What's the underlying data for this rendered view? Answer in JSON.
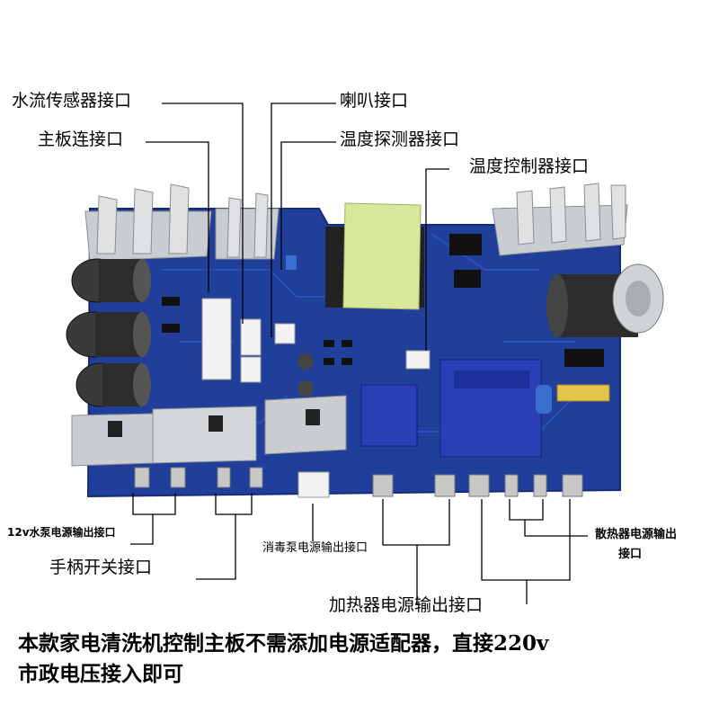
{
  "labels": {
    "water_flow_sensor": "水流传感器接口",
    "speaker": "喇叭接口",
    "mainboard_link": "主板连接口",
    "temp_probe": "温度探测器接口",
    "temp_controller": "温度控制器接口",
    "pump_12v": "12v水泵电源输出接口",
    "handle_switch": "手柄开关接口",
    "disinfect_pump": "消毒泵电源输出接口",
    "heater_power": "加热器电源输出接口",
    "radiator_power_line1": "散热器电源输出",
    "radiator_power_line2": "接口"
  },
  "caption": {
    "line1": "本款家电清洗机控制主板不需添加电源适配器，直接220v",
    "line2": "市政电压接入即可"
  },
  "colors": {
    "pcb": "#1f3f9a",
    "pcb_dark": "#152c78",
    "heatsink": "#c9ccd0",
    "transformer": "#d6e89a",
    "relay": "#2a3fb5",
    "capacitor": "#3a3a3a",
    "connector_white": "#f2f2f2",
    "terminal": "#c8c8c8",
    "line": "#000000"
  }
}
